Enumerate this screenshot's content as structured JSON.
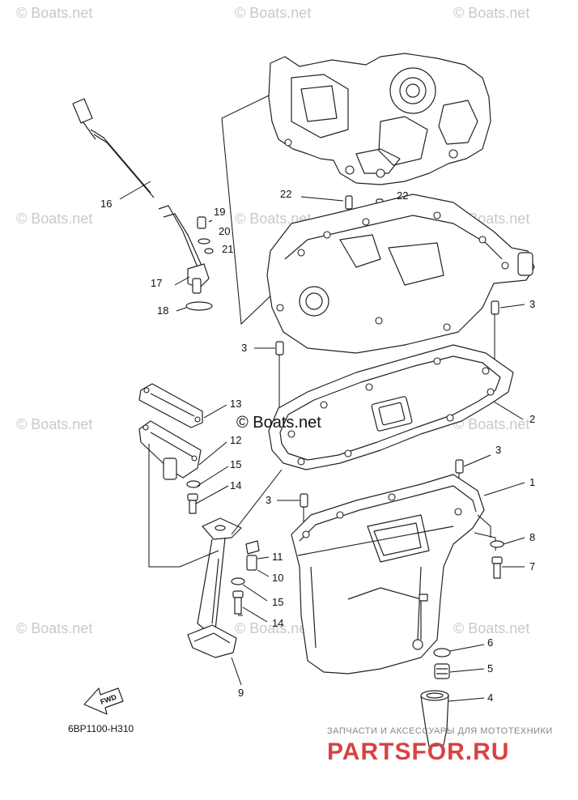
{
  "watermarks": {
    "small": "© Boats.net",
    "center": "© Boats.net"
  },
  "callouts": {
    "c1": "1",
    "c2": "2",
    "c3a": "3",
    "c3b": "3",
    "c3c": "3",
    "c3d": "3",
    "c4": "4",
    "c5": "5",
    "c6": "6",
    "c7": "7",
    "c8": "8",
    "c9": "9",
    "c10": "10",
    "c11": "11",
    "c12": "12",
    "c13": "13",
    "c14a": "14",
    "c14b": "14",
    "c15a": "15",
    "c15b": "15",
    "c16": "16",
    "c17": "17",
    "c18": "18",
    "c19": "19",
    "c20": "20",
    "c21": "21",
    "c22a": "22",
    "c22b": "22"
  },
  "diagram_code": "6BP1100-H310",
  "fwd_label": "FWD",
  "shop": {
    "tagline": "ЗАПЧАСТИ И АКСЕССУАРЫ ДЛЯ МОТОТЕХНИКИ",
    "logo": "PARTSFOR.RU"
  }
}
